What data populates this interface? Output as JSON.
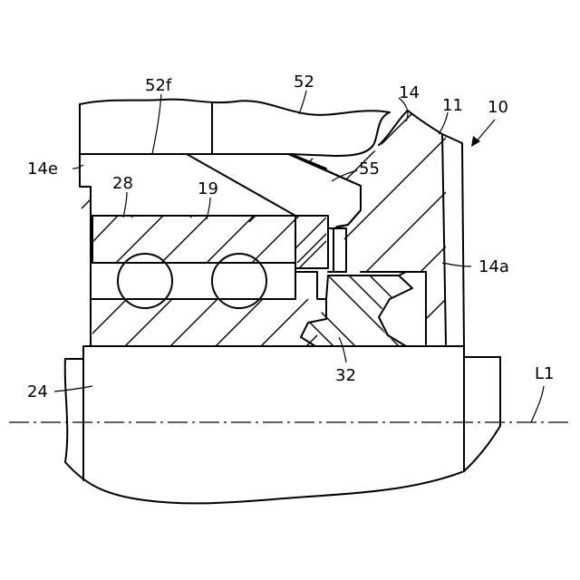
{
  "labels": {
    "l52f": "52f",
    "l52": "52",
    "l14": "14",
    "l11": "11",
    "l10": "10",
    "l14e": "14e",
    "l28": "28",
    "l19": "19",
    "l55": "55",
    "l14a": "14a",
    "l24": "24",
    "l32": "32",
    "lL1": "L1"
  }
}
